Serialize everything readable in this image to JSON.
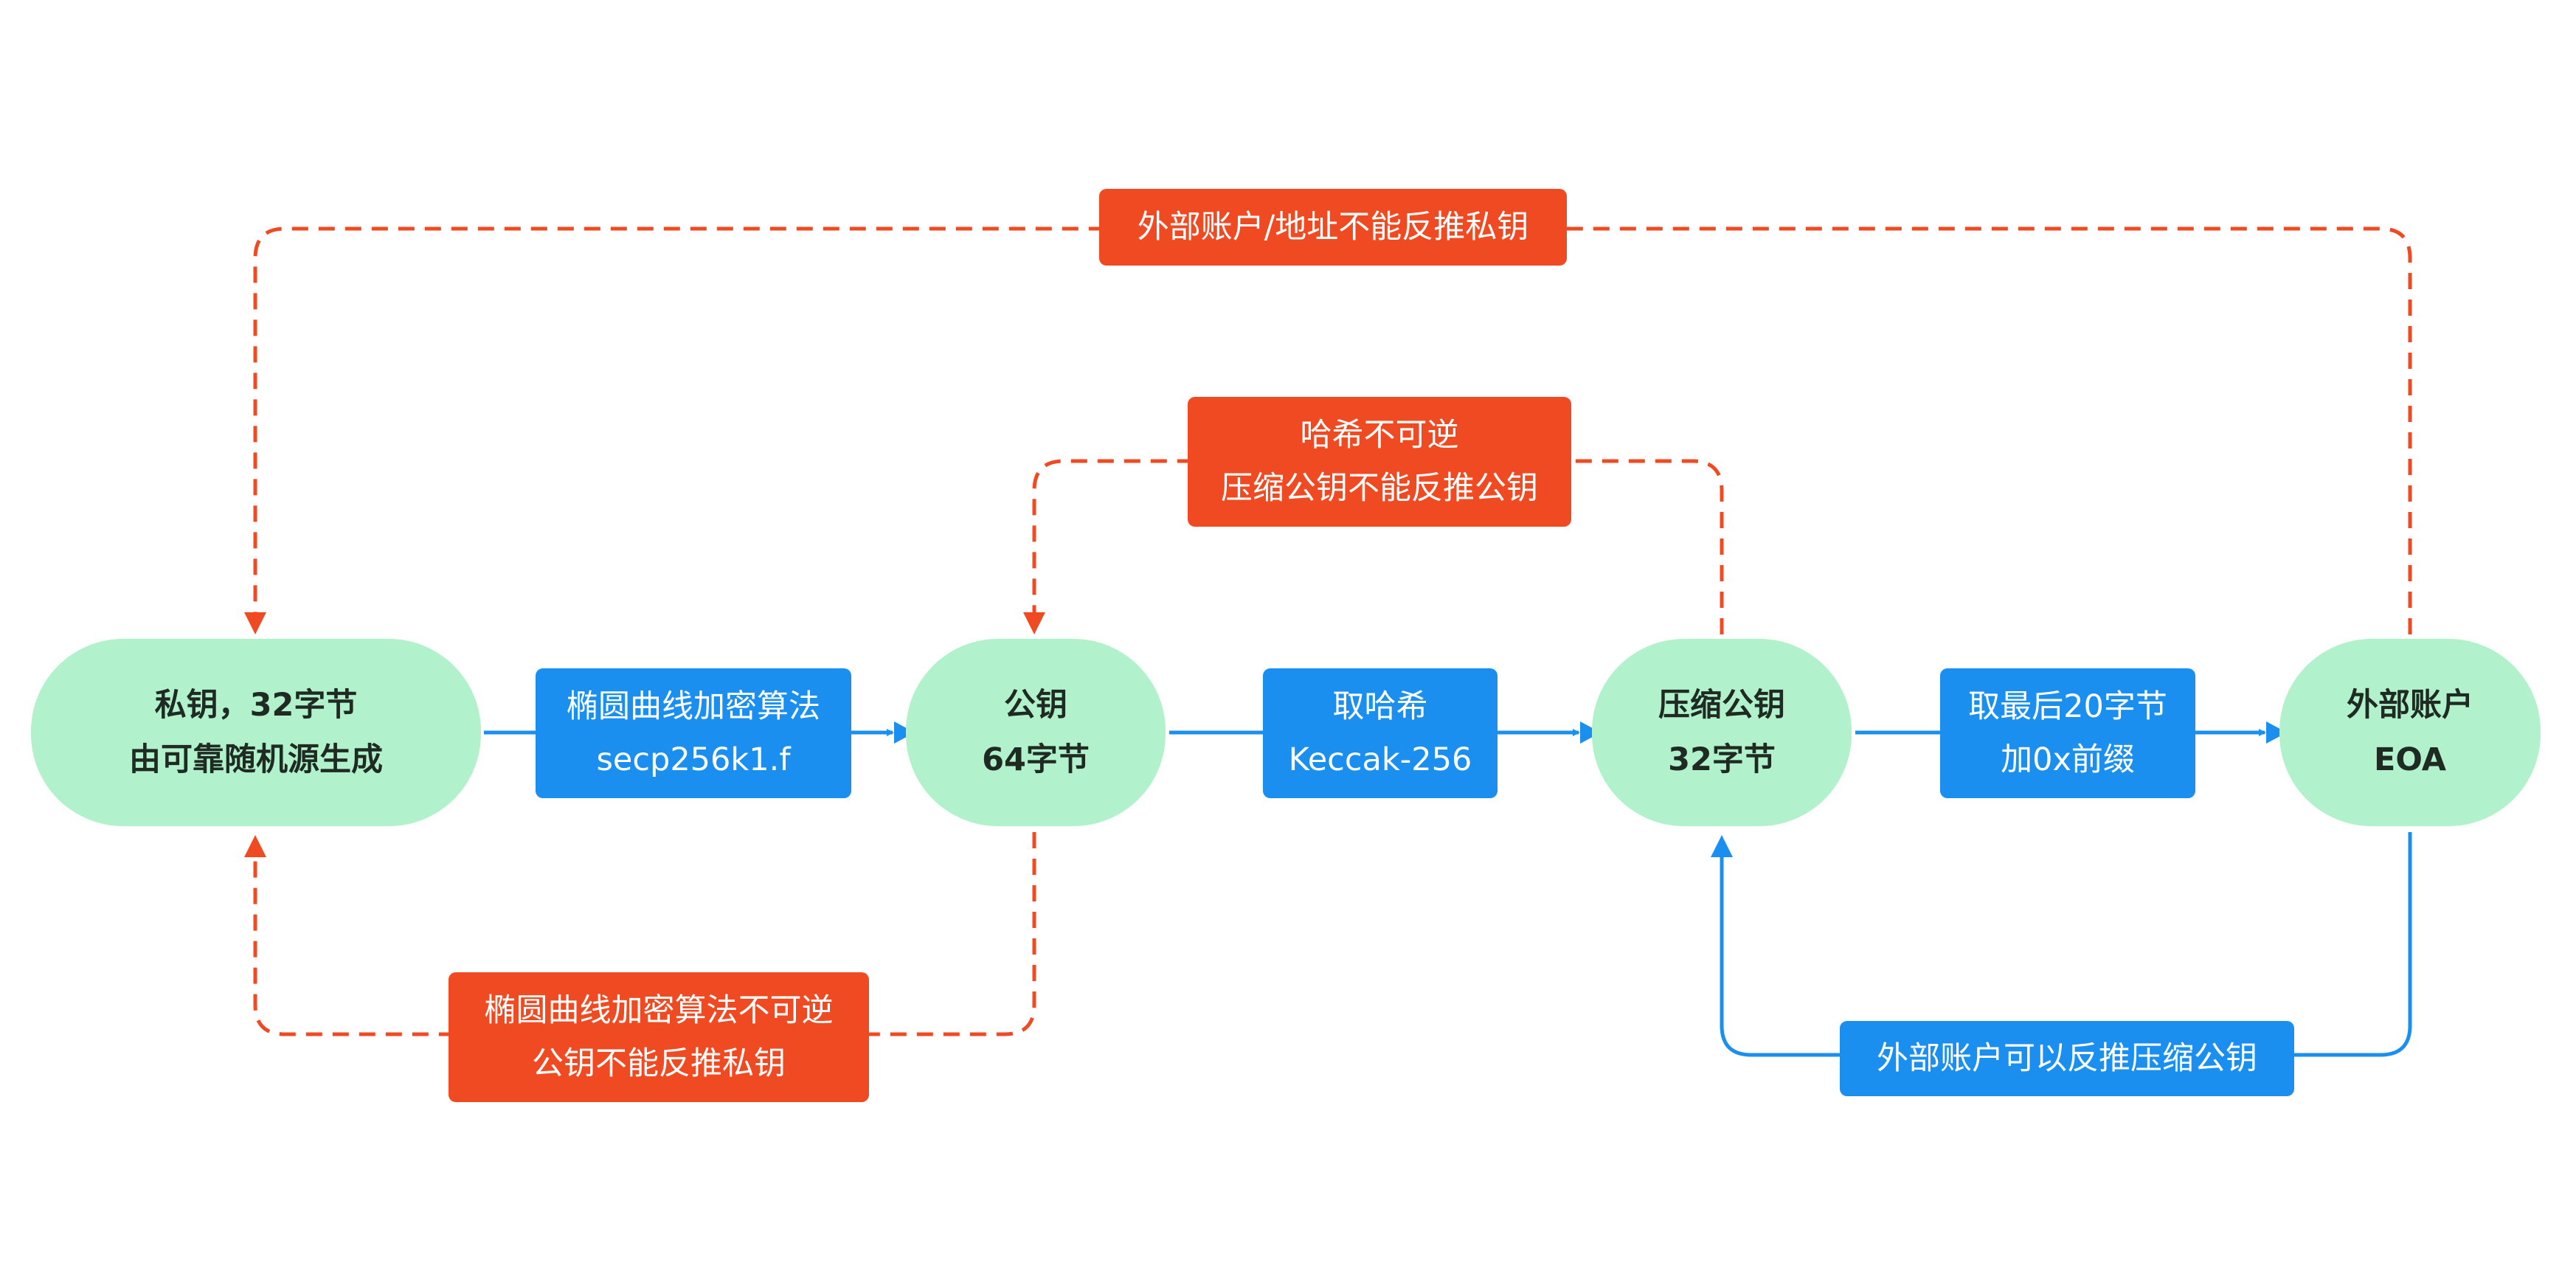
{
  "colors": {
    "node_fill": "#b1f2cc",
    "blue": "#1a8ff0",
    "red": "#f04a22"
  },
  "nodes": {
    "private_key": {
      "line1": "私钥，32字节",
      "line2": "由可靠随机源生成"
    },
    "public_key": {
      "line1": "公钥",
      "line2": "64字节"
    },
    "compressed_key": {
      "line1": "压缩公钥",
      "line2": "32字节"
    },
    "eoa": {
      "line1": "外部账户",
      "line2": "EOA"
    }
  },
  "steps": {
    "ecc": {
      "line1": "椭圆曲线加密算法",
      "line2": "secp256k1.f"
    },
    "hash": {
      "line1": "取哈希",
      "line2": "Keccak-256"
    },
    "take20": {
      "line1": "取最后20字节",
      "line2": "加0x前缀"
    }
  },
  "notes": {
    "top": {
      "line1": "外部账户/地址不能反推私钥"
    },
    "hash_irreversible": {
      "line1": "哈希不可逆",
      "line2": "压缩公钥不能反推公钥"
    },
    "ecc_irreversible": {
      "line1": "椭圆曲线加密算法不可逆",
      "line2": "公钥不能反推私钥"
    },
    "eoa_to_compressed": {
      "line1": "外部账户可以反推压缩公钥"
    }
  }
}
